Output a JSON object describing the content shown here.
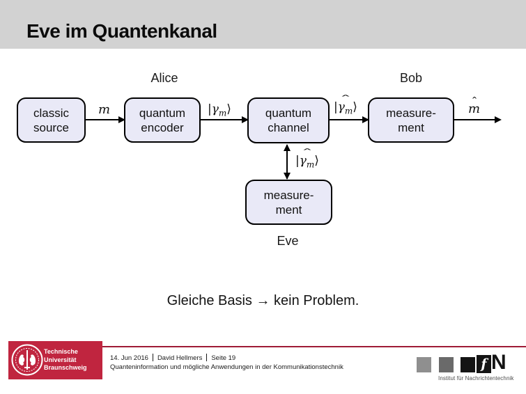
{
  "slide": {
    "title": "Eve im Quantenkanal",
    "statement": "Gleiche Basis → kein Problem."
  },
  "diagram": {
    "actors": {
      "alice": "Alice",
      "bob": "Bob",
      "eve": "Eve"
    },
    "boxes": {
      "classic_source": {
        "line1": "classic",
        "line2": "source"
      },
      "quantum_encoder": {
        "line1": "quantum",
        "line2": "encoder"
      },
      "quantum_channel": {
        "line1": "quantum",
        "line2": "channel"
      },
      "measurement_bob": {
        "line1": "measure-",
        "line2": "ment"
      },
      "measurement_eve": {
        "line1": "measure-",
        "line2": "ment"
      }
    },
    "labels": {
      "m": "m",
      "hat": "ˆ",
      "ket_open": "|",
      "gamma": "γ",
      "sub_m": "m",
      "ket_close": "⟩"
    }
  },
  "footer": {
    "university": {
      "line1": "Technische",
      "line2": "Universität",
      "line3": "Braunschweig"
    },
    "meta_parts": [
      "14. Jun 2016",
      "David Hellmers",
      "Seite 19"
    ],
    "subtitle": "Quanteninformation und mögliche Anwendungen in der Kommunikationstechnik",
    "institute": {
      "logo_f": "f",
      "logo_n": "N",
      "caption": "Institut für Nachrichtentechnik"
    }
  },
  "colors": {
    "header_bg": "#d2d2d2",
    "box_fill": "#e9e9f7",
    "box_border": "#000000",
    "tu_red": "#c0253f",
    "rule_red": "#9e1b36",
    "logo_gray1": "#8f8f8f",
    "logo_gray2": "#6a6a6a",
    "logo_black": "#141414"
  }
}
